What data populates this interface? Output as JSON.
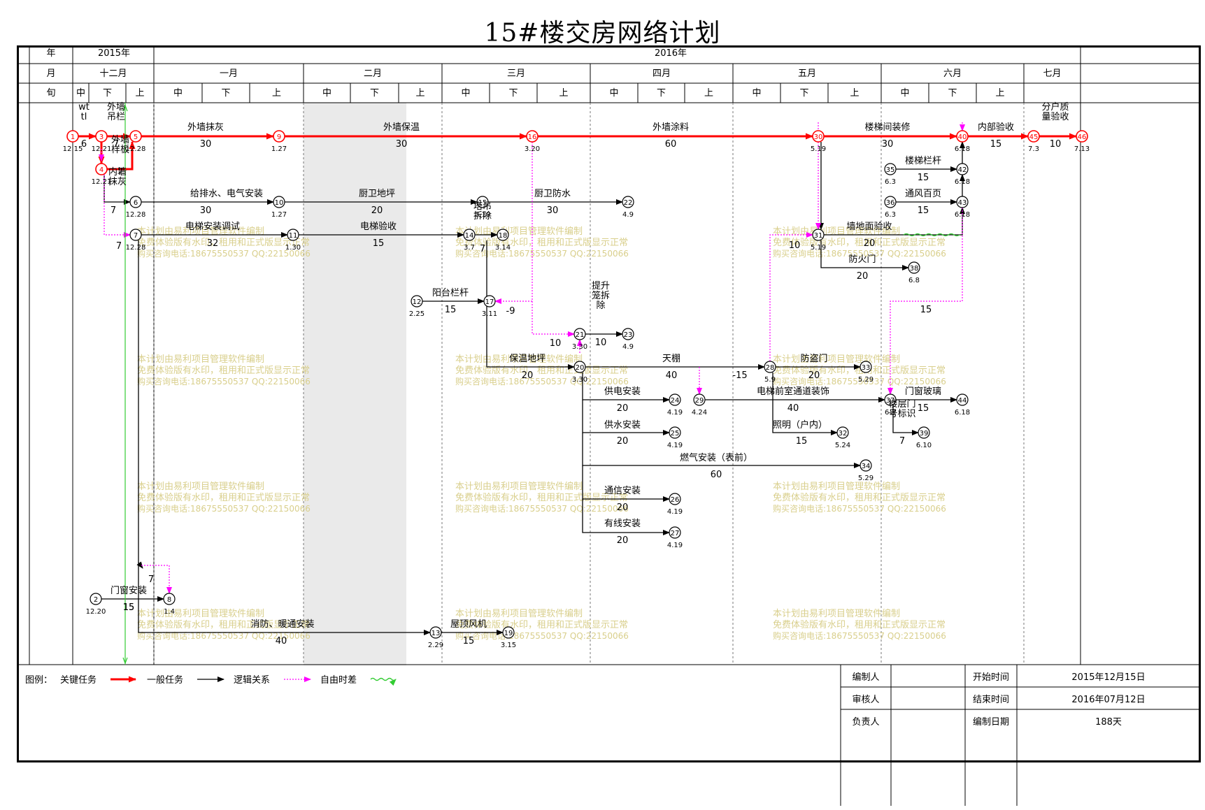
{
  "title": "15#楼交房网络计划",
  "header": {
    "row_labels": {
      "year": "年",
      "month": "月",
      "decade": "旬"
    },
    "years": [
      "2015年",
      "2016年"
    ],
    "months": [
      "十二月",
      "一月",
      "二月",
      "三月",
      "四月",
      "五月",
      "六月",
      "七月"
    ],
    "decades": [
      "中",
      "下",
      "上",
      "中",
      "下",
      "上",
      "中",
      "下",
      "上",
      "中",
      "下",
      "上",
      "中",
      "下",
      "上",
      "中",
      "下",
      "上",
      "中",
      "下",
      "上"
    ]
  },
  "watermark": {
    "line1": "本计划由易利项目管理软件编制",
    "line2": "免费体验版有水印，租用和正式版显示正常",
    "line3": "购买咨询电话:18675550537 QQ:22150066"
  },
  "nodes": [
    {
      "id": "1",
      "date": "12.15"
    },
    {
      "id": "2",
      "date": "12.20"
    },
    {
      "id": "3",
      "date": "12.21"
    },
    {
      "id": "4",
      "date": "12.21"
    },
    {
      "id": "5",
      "date": "12.28"
    },
    {
      "id": "6",
      "date": "12.28"
    },
    {
      "id": "7",
      "date": "12.28"
    },
    {
      "id": "8",
      "date": "1.4"
    },
    {
      "id": "9",
      "date": "1.27"
    },
    {
      "id": "10",
      "date": "1.27"
    },
    {
      "id": "11",
      "date": "1.30"
    },
    {
      "id": "12",
      "date": "2.25"
    },
    {
      "id": "13",
      "date": "2.29"
    },
    {
      "id": "14",
      "date": "3.7"
    },
    {
      "id": "15",
      "date": "3.10"
    },
    {
      "id": "16",
      "date": "3.20"
    },
    {
      "id": "17",
      "date": "3.11"
    },
    {
      "id": "18",
      "date": "3.14"
    },
    {
      "id": "19",
      "date": "3.15"
    },
    {
      "id": "20",
      "date": "3.30"
    },
    {
      "id": "21",
      "date": "3.30"
    },
    {
      "id": "22",
      "date": "4.9"
    },
    {
      "id": "23",
      "date": "4.9"
    },
    {
      "id": "24",
      "date": "4.19"
    },
    {
      "id": "25",
      "date": "4.19"
    },
    {
      "id": "26",
      "date": "4.19"
    },
    {
      "id": "27",
      "date": "4.19"
    },
    {
      "id": "28",
      "date": "5.9"
    },
    {
      "id": "29",
      "date": "4.24"
    },
    {
      "id": "30",
      "date": "5.19"
    },
    {
      "id": "31",
      "date": "5.19"
    },
    {
      "id": "32",
      "date": "5.24"
    },
    {
      "id": "33",
      "date": "5.29"
    },
    {
      "id": "34",
      "date": "5.29"
    },
    {
      "id": "35",
      "date": "6.3"
    },
    {
      "id": "36",
      "date": "6.3"
    },
    {
      "id": "37",
      "date": "6.3"
    },
    {
      "id": "38",
      "date": "6.8"
    },
    {
      "id": "39",
      "date": "6.10"
    },
    {
      "id": "40",
      "date": "6.18"
    },
    {
      "id": "42",
      "date": "6.18"
    },
    {
      "id": "43",
      "date": "6.18"
    },
    {
      "id": "44",
      "date": "6.18"
    },
    {
      "id": "45",
      "date": "7.3"
    },
    {
      "id": "46",
      "date": "7.13"
    }
  ],
  "tasks": [
    {
      "name": "外墙抹灰",
      "duration": "30",
      "type": "critical"
    },
    {
      "name": "外墙保温",
      "duration": "30",
      "type": "critical"
    },
    {
      "name": "外墙涂料",
      "duration": "60",
      "type": "critical"
    },
    {
      "name": "楼梯间装修",
      "duration": "30",
      "type": "critical"
    },
    {
      "name": "内部验收",
      "duration": "15",
      "type": "critical"
    },
    {
      "name": "分户质量验收",
      "duration": "10",
      "type": "critical"
    },
    {
      "name": "外墙吊栏",
      "duration": "7",
      "type": "critical"
    },
    {
      "name": "外墙样板",
      "duration": "7",
      "type": "critical"
    },
    {
      "name": "wt tl",
      "duration": "6",
      "type": "critical"
    },
    {
      "name": "内墙抹灰",
      "duration": "7",
      "type": "normal"
    },
    {
      "name": "给排水、电气安装",
      "duration": "30",
      "type": "normal"
    },
    {
      "name": "厨卫地坪",
      "duration": "20",
      "type": "normal"
    },
    {
      "name": "厨卫防水",
      "duration": "30",
      "type": "normal"
    },
    {
      "name": "电梯安装调试",
      "duration": "32",
      "type": "normal"
    },
    {
      "name": "电梯验收",
      "duration": "15",
      "type": "normal"
    },
    {
      "name": "塔吊拆除",
      "duration": "7",
      "type": "normal"
    },
    {
      "name": "阳台栏杆",
      "duration": "15",
      "type": "normal"
    },
    {
      "name": "提升笼拆除",
      "duration": "10",
      "type": "normal"
    },
    {
      "name": "保温地坪",
      "duration": "20",
      "type": "normal"
    },
    {
      "name": "天棚",
      "duration": "40",
      "type": "normal"
    },
    {
      "name": "防盗门",
      "duration": "20",
      "type": "normal"
    },
    {
      "name": "供电安装",
      "duration": "20",
      "type": "normal"
    },
    {
      "name": "电梯前室通道装饰",
      "duration": "40",
      "type": "normal"
    },
    {
      "name": "门窗玻璃",
      "duration": "15",
      "type": "normal"
    },
    {
      "name": "照明（户内）",
      "duration": "15",
      "type": "normal"
    },
    {
      "name": "楼层门号标识",
      "duration": "7",
      "type": "normal"
    },
    {
      "name": "供水安装",
      "duration": "20",
      "type": "normal"
    },
    {
      "name": "燃气安装（表前）",
      "duration": "60",
      "type": "normal"
    },
    {
      "name": "通信安装",
      "duration": "20",
      "type": "normal"
    },
    {
      "name": "有线安装",
      "duration": "20",
      "type": "normal"
    },
    {
      "name": "楼梯栏杆",
      "duration": "15",
      "type": "normal"
    },
    {
      "name": "通风百页",
      "duration": "15",
      "type": "normal"
    },
    {
      "name": "墙地面验收",
      "duration": "20",
      "type": "normal"
    },
    {
      "name": "防火门",
      "duration": "20",
      "type": "normal"
    },
    {
      "name": "门窗安装",
      "duration": "15",
      "type": "normal"
    },
    {
      "name": "消防、暖通安装",
      "duration": "40",
      "type": "normal"
    },
    {
      "name": "屋顶风机",
      "duration": "15",
      "type": "normal"
    }
  ],
  "free_floats": [
    "7",
    "7",
    "10",
    "10",
    "15",
    "15",
    "-9",
    "-15"
  ],
  "legend": {
    "label": "图例：",
    "critical": "关键任务",
    "normal": "一般任务",
    "logic": "逻辑关系",
    "float": "自由时差",
    "colors": {
      "critical": "#ff0000",
      "normal": "#000000",
      "logic": "#ff00ff",
      "float": "#33cc33",
      "weekend": "#d4d4d4"
    }
  },
  "info": {
    "preparer_label": "编制人",
    "preparer": "",
    "reviewer_label": "审核人",
    "reviewer": "",
    "owner_label": "负责人",
    "owner": "",
    "start_label": "开始时间",
    "start": "2015年12月15日",
    "end_label": "结束时间",
    "end": "2016年07月12日",
    "date_label": "编制日期",
    "date": "188天"
  }
}
